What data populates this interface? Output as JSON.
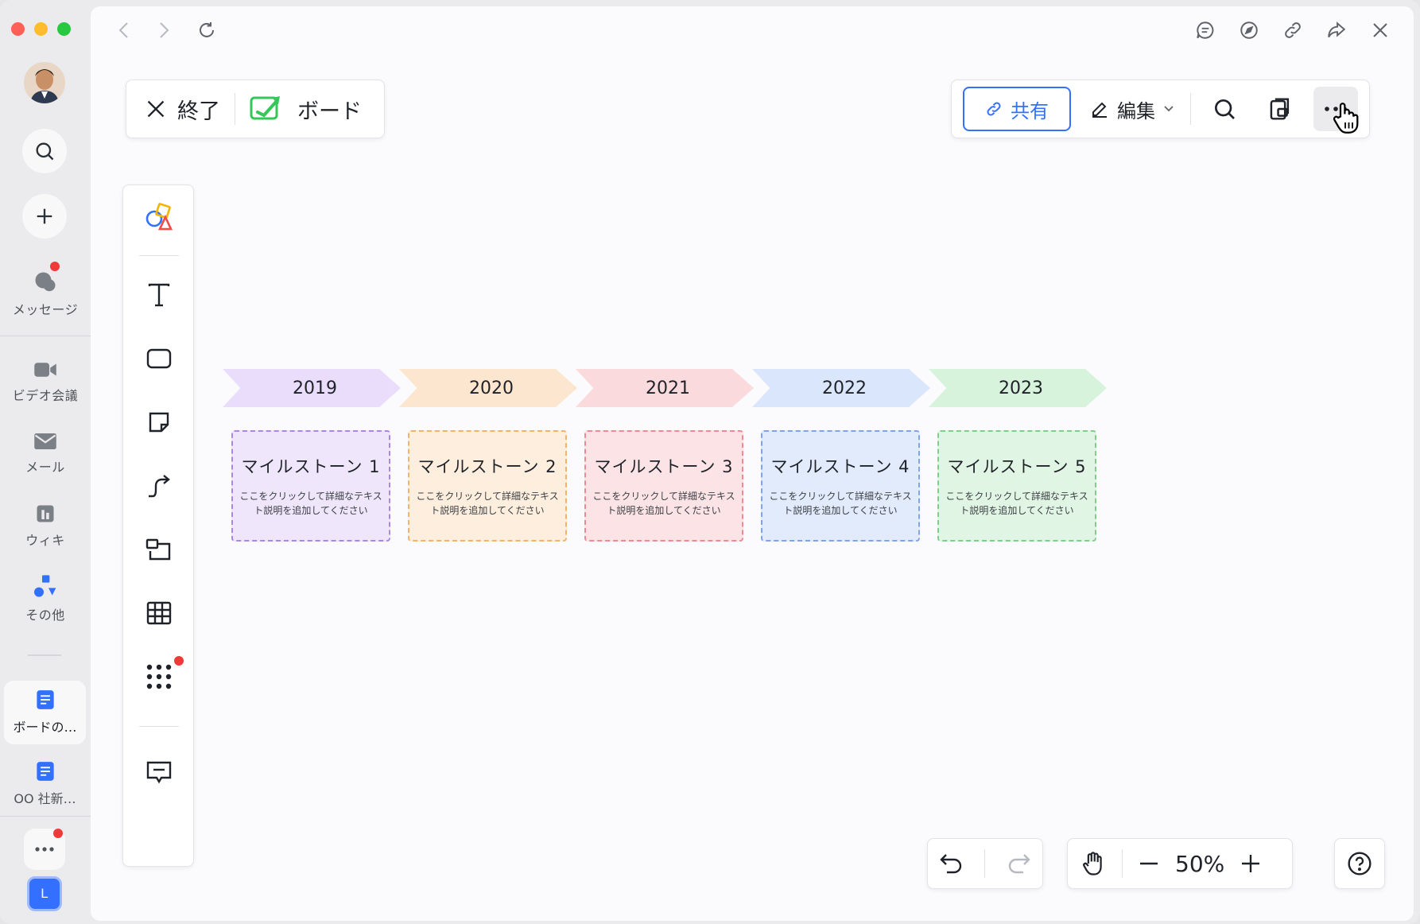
{
  "sidebar": {
    "messages_label": "メッセージ",
    "video_label": "ビデオ会議",
    "mail_label": "メール",
    "wiki_label": "ウィキ",
    "more_label": "その他",
    "doc1_label": "ボードの…",
    "doc2_label": "OO 社新…",
    "avatar_initial": "L"
  },
  "header": {
    "exit_label": "終了",
    "board_label": "ボード",
    "share_label": "共有",
    "edit_label": "編集"
  },
  "timeline": [
    {
      "year": "2019",
      "title": "マイルストーン 1",
      "desc": "ここをクリックして詳細なテキスト説明を追加してください",
      "arrow_color": "#e9ddfb",
      "card_bg": "#efe6fc",
      "card_border": "#a987e8"
    },
    {
      "year": "2020",
      "title": "マイルストーン 2",
      "desc": "ここをクリックして詳細なテキスト説明を追加してください",
      "arrow_color": "#fde6cf",
      "card_bg": "#fdeedd",
      "card_border": "#f2b36a"
    },
    {
      "year": "2021",
      "title": "マイルストーン 3",
      "desc": "ここをクリックして詳細なテキスト説明を追加してください",
      "arrow_color": "#fbdadd",
      "card_bg": "#fce3e5",
      "card_border": "#ee8a93"
    },
    {
      "year": "2022",
      "title": "マイルストーン 4",
      "desc": "ここをクリックして詳細なテキスト説明を追加してください",
      "arrow_color": "#dae6fb",
      "card_bg": "#e2ebfc",
      "card_border": "#7fa4ec"
    },
    {
      "year": "2023",
      "title": "マイルストーン 5",
      "desc": "ここをクリックして詳細なテキスト説明を追加してください",
      "arrow_color": "#d8f3dc",
      "card_bg": "#e1f5e4",
      "card_border": "#7fcf8c"
    }
  ],
  "zoom": {
    "value": "50%"
  },
  "colors": {
    "accent": "#3370ff",
    "notification": "#f03a3a"
  }
}
